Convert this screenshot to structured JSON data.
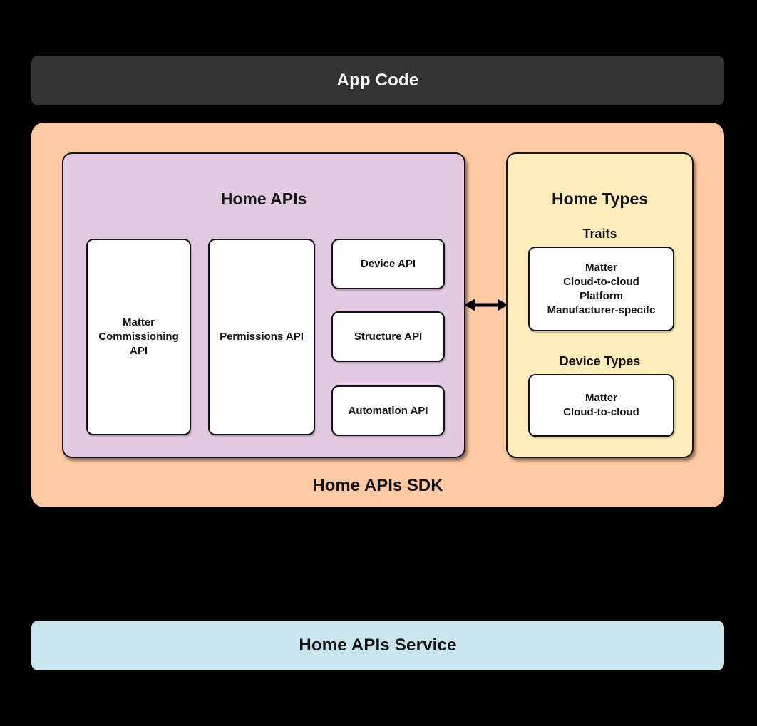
{
  "colors": {
    "background": "#000000",
    "app_code_bg": "#333333",
    "sdk_bg": "#ffc9a3",
    "home_apis_bg": "#e3c9e2",
    "home_types_bg": "#ffedbc",
    "service_bg": "#c9e6ef",
    "card_bg": "#ffffff",
    "border": "#141414",
    "text_dark": "#141414",
    "text_light": "#ffffff"
  },
  "app_code": {
    "label": "App Code"
  },
  "sdk": {
    "label": "Home APIs SDK",
    "home_apis": {
      "title": "Home APIs",
      "cards": {
        "matter_commissioning": "Matter\nCommissioning\nAPI",
        "permissions": "Permissions API",
        "device": "Device API",
        "structure": "Structure API",
        "automation": "Automation API"
      }
    },
    "arrow": "bidirectional",
    "home_types": {
      "title": "Home Types",
      "traits_heading": "Traits",
      "traits_card": "Matter\nCloud-to-cloud\nPlatform\nManufacturer-specifc",
      "device_types_heading": "Device Types",
      "device_types_card": "Matter\nCloud-to-cloud"
    }
  },
  "service": {
    "label": "Home APIs Service"
  }
}
